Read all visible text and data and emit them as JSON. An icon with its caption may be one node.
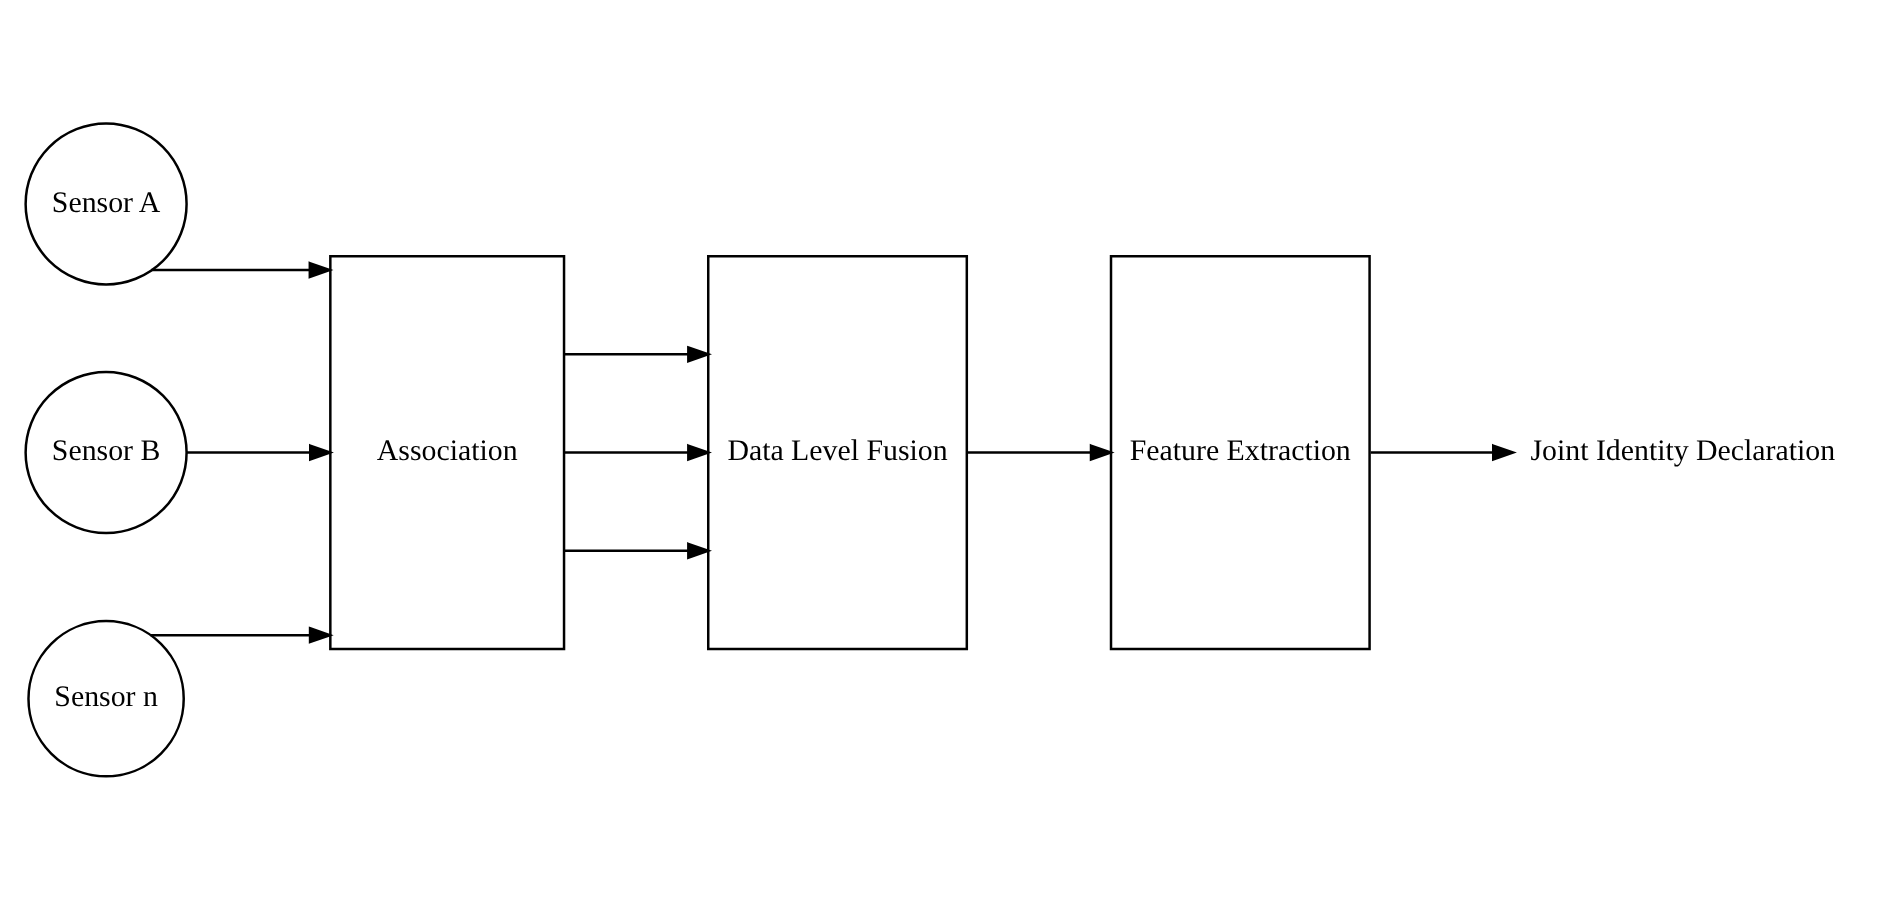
{
  "diagram": {
    "nodes": [
      {
        "text": [
          "Sensor A"
        ]
      },
      {
        "text": [
          "Sensor B"
        ]
      },
      {
        "text": [
          "Sensor n"
        ]
      },
      {
        "text": [
          "Association"
        ]
      },
      {
        "text": [
          "Data Level Fusion"
        ]
      },
      {
        "text": [
          "Feature Extraction"
        ]
      },
      {
        "text": [
          "Joint Identity Declaration"
        ]
      }
    ],
    "edges": [
      {
        "from": 0,
        "to": 3,
        "arrow": "to"
      },
      {
        "from": 1,
        "to": 3,
        "arrow": "to"
      },
      {
        "from": 2,
        "to": 3,
        "arrow": "to"
      },
      {
        "from": 3,
        "to": 4,
        "arrow": "to"
      },
      {
        "from": 3,
        "to": 4,
        "arrow": "to"
      },
      {
        "from": 3,
        "to": 4,
        "arrow": "to"
      },
      {
        "from": 4,
        "to": 5,
        "arrow": "to"
      },
      {
        "from": 5,
        "to": 6,
        "arrow": "to"
      }
    ]
  }
}
